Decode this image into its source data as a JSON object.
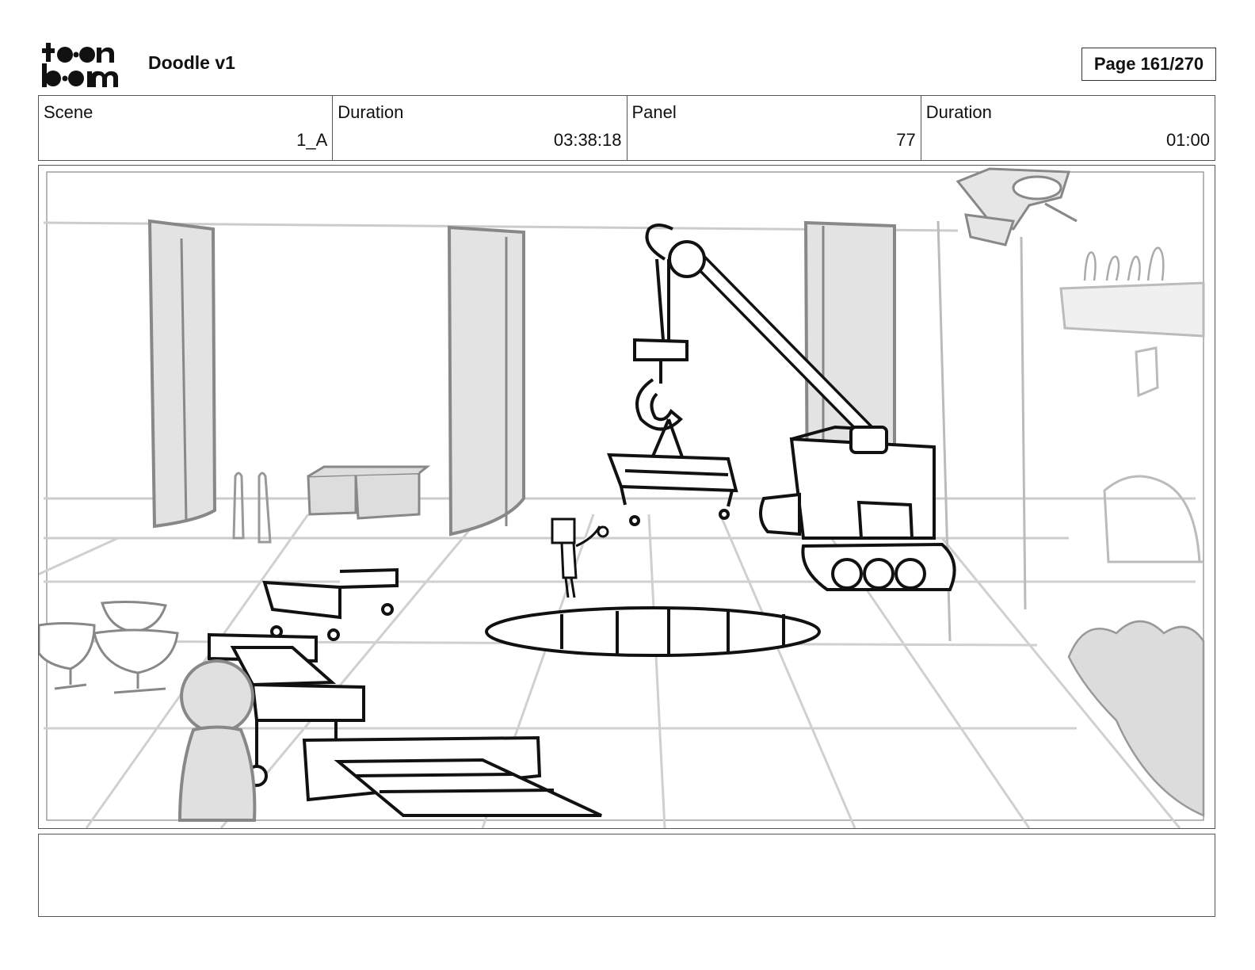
{
  "header": {
    "logo_text": "toon boom",
    "title": "Doodle v1",
    "page_indicator": "Page 161/270"
  },
  "info": [
    {
      "label": "Scene",
      "value": "1_A"
    },
    {
      "label": "Duration",
      "value": "03:38:18"
    },
    {
      "label": "Panel",
      "value": "77"
    },
    {
      "label": "Duration",
      "value": "01:00"
    }
  ],
  "panel": {
    "drawing": "storyboard-sketch"
  },
  "notes": {
    "text": ""
  }
}
